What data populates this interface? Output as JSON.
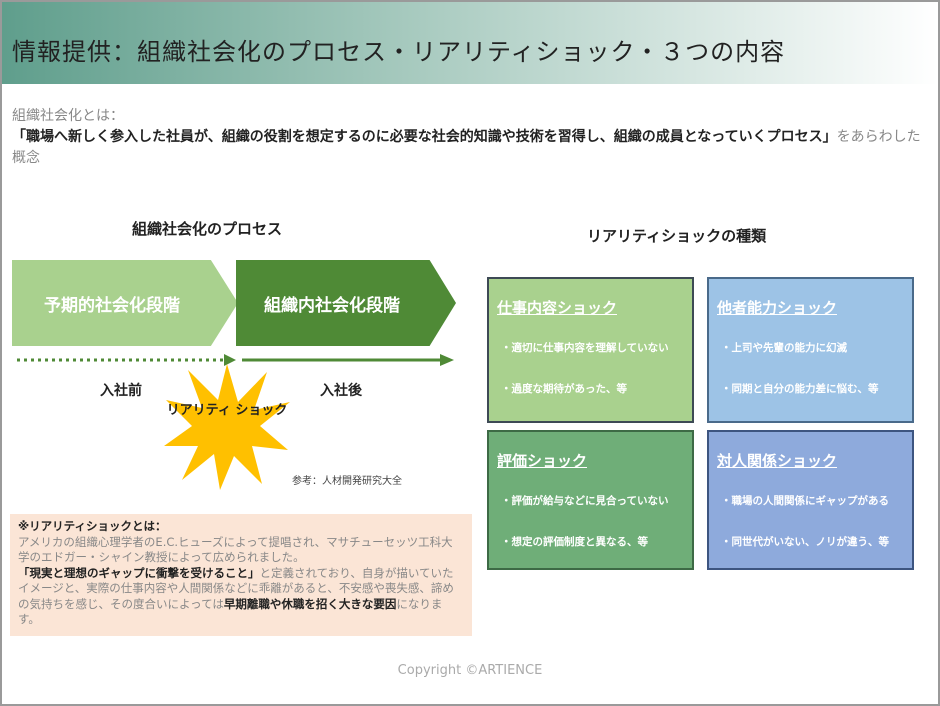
{
  "title": "情報提供：組織社会化のプロセス・リアリティショック・３つの内容",
  "intro": {
    "label": "組織社会化とは：",
    "definition": "「職場へ新しく参入した社員が、組織の役割を想定するのに必要な社会的知識や技術を習得し、組織の成員となっていくプロセス」",
    "suffix": "をあらわした概念"
  },
  "process": {
    "heading": "組織社会化のプロセス",
    "stage1": "予期的社会化段階",
    "stage2": "組織内社会化段階",
    "before": "入社前",
    "after": "入社後",
    "shock": "リアリティ ショック",
    "reference": "参考：人材開発研究大全"
  },
  "note": {
    "heading": "※リアリティショックとは：",
    "p1": "アメリカの組織心理学者のE.C.ヒューズによって提唱され、マサチューセッツ工科大学のエドガー・シャイン教授によって広められました。",
    "bold1": "「現実と理想のギャップに衝撃を受けること」",
    "p2": "と定義されており、自身が描いていたイメージと、実際の仕事内容や人間関係などに乖離があると、不安感や喪失感、諦めの気持ちを感じ、その度合いによっては",
    "bold2": "早期離職や休職を招く大きな要因",
    "p3": "になります。"
  },
  "types": {
    "heading": "リアリティショックの種類",
    "boxes": [
      {
        "title": "仕事内容ショック",
        "items": [
          "・適切に仕事内容を理解していない",
          "・過度な期待があった、等"
        ],
        "color": "#a9d18e"
      },
      {
        "title": "他者能力ショック",
        "items": [
          "・上司や先輩の能力に幻滅",
          "・同期と自分の能力差に悩む、等"
        ],
        "color": "#9dc3e6"
      },
      {
        "title": "評価ショック",
        "items": [
          "・評価が給与などに見合っていない",
          "・想定の評価制度と異なる、等"
        ],
        "color": "#6fae78"
      },
      {
        "title": "対人関係ショック",
        "items": [
          "・職場の人間関係にギャップがある",
          "・同世代がいない、ノリが違う、等"
        ],
        "color": "#8eaadc"
      }
    ]
  },
  "copyright": "Copyright ©ARTIENCE"
}
